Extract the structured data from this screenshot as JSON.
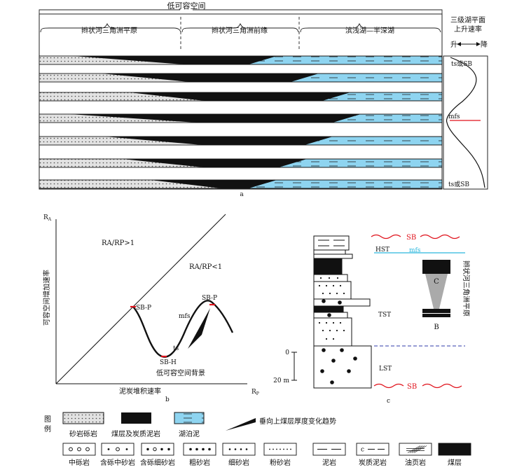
{
  "panel_a": {
    "top_title": "低可容空间",
    "zones": [
      "辫状河三角洲平原",
      "辫状河三角洲前缘",
      "滨浅湖—半深湖"
    ],
    "right_title_lines": [
      "三级湖平面",
      "上升速率"
    ],
    "rise": "升",
    "fall": "降",
    "curve_labels": {
      "top": "ts或SB",
      "mfs": "mfs",
      "bottom": "ts或SB"
    },
    "caption": "a"
  },
  "panel_b": {
    "y_axis_symbol": "R",
    "y_axis_subscript": "A",
    "x_axis_symbol": "R",
    "x_axis_subscript": "P",
    "y_label": "可容空间增加速率",
    "x_label": "泥炭堆积速率",
    "ratio_gt": "RA/RP>1",
    "ratio_lt": "RA/RP<1",
    "sbp_left": "SB-P",
    "sbp_right": "SB-P",
    "mfs": "mfs",
    "ts": "ts",
    "sbh": "SB-H",
    "background": "低可容空间背景",
    "caption": "b"
  },
  "panel_c": {
    "sb_top": "SB",
    "sb_bottom": "SB",
    "hst": "HST",
    "mfs": "mfs",
    "tst": "TST",
    "lst": "LST",
    "scale_0": "0",
    "scale_20": "20 m",
    "letter_c": "C",
    "letter_b": "B",
    "vertical_label": "辫状河三角洲平原",
    "caption": "c"
  },
  "legend": {
    "heading_lines": [
      "图",
      "例"
    ],
    "row1": [
      "砂岩砾岩",
      "煤层及炭质泥岩",
      "湖泊泥",
      "垂向上煤层厚度变化趋势"
    ],
    "row2": [
      "中砾岩",
      "含砾中砂岩",
      "含砾细砂岩",
      "粗砂岩",
      "细砂岩",
      "粉砂岩",
      "泥岩",
      "炭质泥岩",
      "油页岩",
      "煤层"
    ]
  },
  "colors": {
    "lake": "#8ed4f0",
    "red": "#e0121b",
    "mfs_line": "#2ab7dd",
    "dashed_blue": "#2f3aa8"
  }
}
